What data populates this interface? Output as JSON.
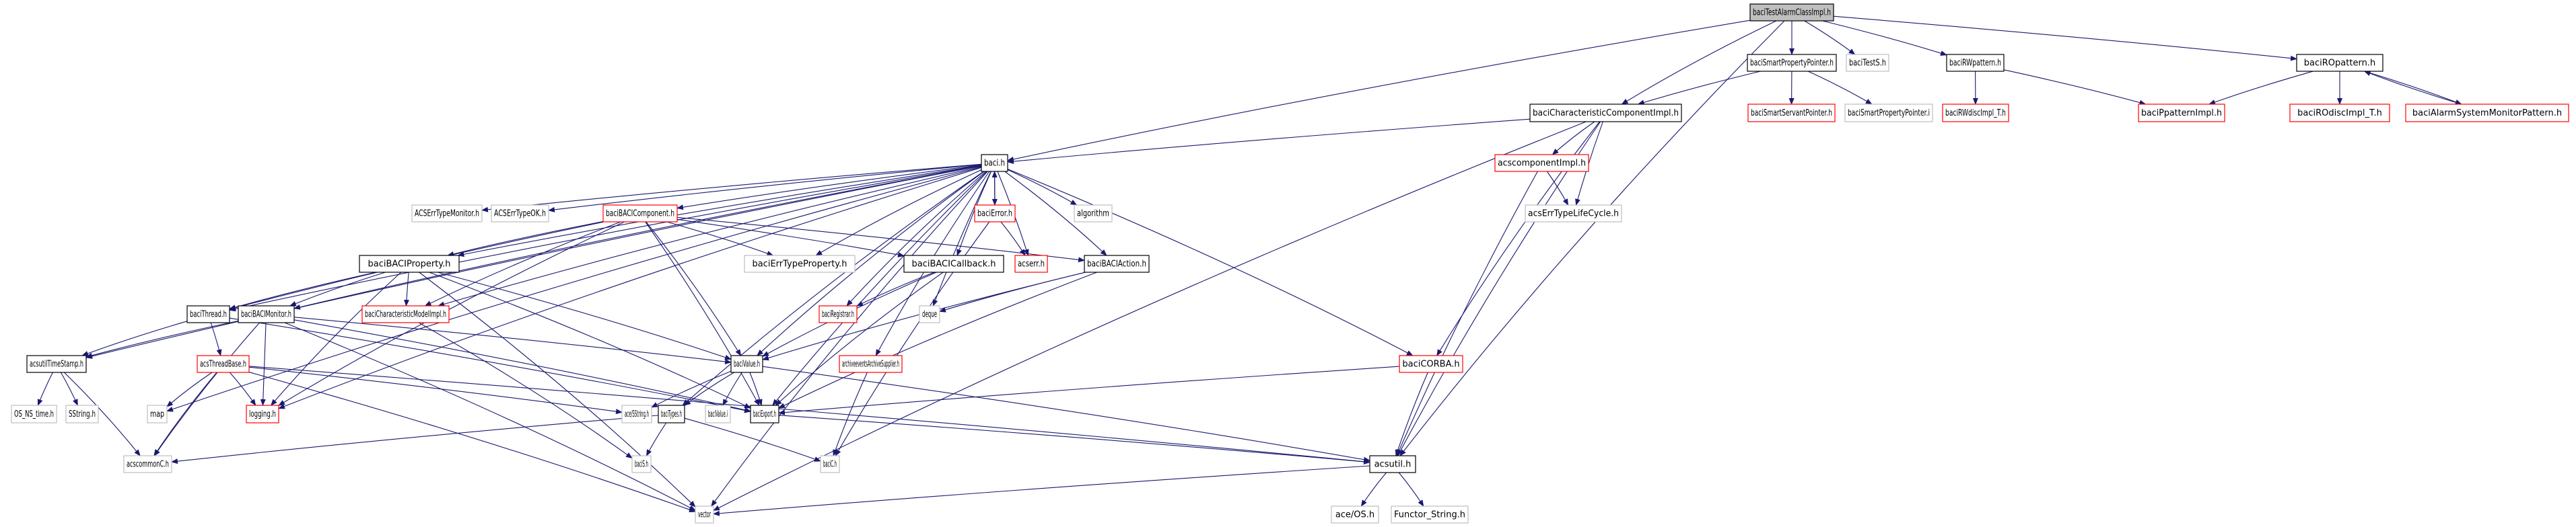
{
  "title": "baciTestAlarmClassImpl.h include dependency graph",
  "colors": {
    "root_fill": "#bfbfbf",
    "documented_border": "#000000",
    "undocumented_border": "#ff0000",
    "external_border": "#bfbfbf",
    "edge": "#191970"
  },
  "nodes": [
    {
      "id": "root",
      "label": "baciTestAlarmClassImpl.h",
      "kind": "root"
    },
    {
      "id": "smartprop",
      "label": "baciSmartPropertyPointer.h",
      "kind": "documented"
    },
    {
      "id": "tests",
      "label": "baciTestS.h",
      "kind": "external"
    },
    {
      "id": "rwpattern",
      "label": "baciRWpattern.h",
      "kind": "documented"
    },
    {
      "id": "ropattern",
      "label": "baciROpattern.h",
      "kind": "documented"
    },
    {
      "id": "smartservant",
      "label": "baciSmartServantPointer.h",
      "kind": "undocumented"
    },
    {
      "id": "smartpropi",
      "label": "baciSmartPropertyPointer.i",
      "kind": "external"
    },
    {
      "id": "rwdisc",
      "label": "baciRWdiscImpl_T.h",
      "kind": "undocumented"
    },
    {
      "id": "ppattern",
      "label": "baciPpatternImpl.h",
      "kind": "undocumented"
    },
    {
      "id": "rodisc",
      "label": "baciROdiscImpl_T.h",
      "kind": "undocumented"
    },
    {
      "id": "alarmpattern",
      "label": "baciAlarmSystemMonitorPattern.h",
      "kind": "undocumented"
    },
    {
      "id": "charcomp",
      "label": "baciCharacteristicComponentImpl.h",
      "kind": "documented"
    },
    {
      "id": "baci",
      "label": "baci.h",
      "kind": "documented"
    },
    {
      "id": "acscomp",
      "label": "acscomponentImpl.h",
      "kind": "undocumented"
    },
    {
      "id": "lifecycle",
      "label": "acsErrTypeLifeCycle.h",
      "kind": "external"
    },
    {
      "id": "errmonitor",
      "label": "ACSErrTypeMonitor.h",
      "kind": "external"
    },
    {
      "id": "errok",
      "label": "ACSErrTypeOK.h",
      "kind": "external"
    },
    {
      "id": "bacicomponent",
      "label": "baciBACIComponent.h",
      "kind": "undocumented"
    },
    {
      "id": "bacierror",
      "label": "baciError.h",
      "kind": "undocumented"
    },
    {
      "id": "algorithm",
      "label": "algorithm",
      "kind": "external"
    },
    {
      "id": "errprop",
      "label": "baciErrTypeProperty.h",
      "kind": "external"
    },
    {
      "id": "callback",
      "label": "baciBACICallback.h",
      "kind": "documented"
    },
    {
      "id": "acserr",
      "label": "acserr.h",
      "kind": "undocumented"
    },
    {
      "id": "action",
      "label": "baciBACIAction.h",
      "kind": "documented"
    },
    {
      "id": "property",
      "label": "baciBACIProperty.h",
      "kind": "documented"
    },
    {
      "id": "thread",
      "label": "baciThread.h",
      "kind": "documented"
    },
    {
      "id": "monitor",
      "label": "baciBACIMonitor.h",
      "kind": "documented"
    },
    {
      "id": "charmodel",
      "label": "baciCharacteristicModelImpl.h",
      "kind": "undocumented"
    },
    {
      "id": "registrar",
      "label": "baciRegistrar.h",
      "kind": "undocumented"
    },
    {
      "id": "deque",
      "label": "deque",
      "kind": "external"
    },
    {
      "id": "timestamp",
      "label": "acsutilTimeStamp.h",
      "kind": "documented"
    },
    {
      "id": "threadbase",
      "label": "acsThreadBase.h",
      "kind": "undocumented"
    },
    {
      "id": "value",
      "label": "baciValue.h",
      "kind": "documented"
    },
    {
      "id": "archive",
      "label": "archiveeventsArchiveSupplier.h",
      "kind": "undocumented"
    },
    {
      "id": "corba",
      "label": "baciCORBA.h",
      "kind": "undocumented"
    },
    {
      "id": "osns",
      "label": "OS_NS_time.h",
      "kind": "external"
    },
    {
      "id": "sstring",
      "label": "SString.h",
      "kind": "external"
    },
    {
      "id": "map",
      "label": "map",
      "kind": "external"
    },
    {
      "id": "logging",
      "label": "logging.h",
      "kind": "undocumented"
    },
    {
      "id": "acesstring",
      "label": "ace/SString.h",
      "kind": "external"
    },
    {
      "id": "types",
      "label": "baciTypes.h",
      "kind": "documented"
    },
    {
      "id": "valuei",
      "label": "baciValue.i",
      "kind": "external"
    },
    {
      "id": "export",
      "label": "baciExport.h",
      "kind": "documented"
    },
    {
      "id": "acscommon",
      "label": "acscommonC.h",
      "kind": "external"
    },
    {
      "id": "bacis",
      "label": "baciS.h",
      "kind": "external"
    },
    {
      "id": "bacic",
      "label": "baciC.h",
      "kind": "external"
    },
    {
      "id": "acsutil",
      "label": "acsutil.h",
      "kind": "documented"
    },
    {
      "id": "vector",
      "label": "vector",
      "kind": "external"
    },
    {
      "id": "aceos",
      "label": "ace/OS.h",
      "kind": "external"
    },
    {
      "id": "functor",
      "label": "Functor_String.h",
      "kind": "external"
    }
  ],
  "edges": [
    [
      "root",
      "smartprop"
    ],
    [
      "root",
      "tests"
    ],
    [
      "root",
      "rwpattern"
    ],
    [
      "root",
      "ropattern"
    ],
    [
      "root",
      "charcomp"
    ],
    [
      "root",
      "baci"
    ],
    [
      "root",
      "acsutil"
    ],
    [
      "smartprop",
      "smartservant"
    ],
    [
      "smartprop",
      "smartpropi"
    ],
    [
      "smartprop",
      "charcomp"
    ],
    [
      "rwpattern",
      "rwdisc"
    ],
    [
      "rwpattern",
      "ppattern"
    ],
    [
      "ropattern",
      "ppattern"
    ],
    [
      "ropattern",
      "rodisc"
    ],
    [
      "ropattern",
      "alarmpattern"
    ],
    [
      "alarmpattern",
      "ropattern"
    ],
    [
      "charcomp",
      "baci"
    ],
    [
      "charcomp",
      "acscomp"
    ],
    [
      "charcomp",
      "lifecycle"
    ],
    [
      "charcomp",
      "corba"
    ],
    [
      "charcomp",
      "acsutil"
    ],
    [
      "charcomp",
      "vector"
    ],
    [
      "acscomp",
      "lifecycle"
    ],
    [
      "acscomp",
      "acsutil"
    ],
    [
      "baci",
      "errmonitor"
    ],
    [
      "baci",
      "errok"
    ],
    [
      "baci",
      "bacicomponent"
    ],
    [
      "baci",
      "bacierror"
    ],
    [
      "baci",
      "algorithm"
    ],
    [
      "baci",
      "errprop"
    ],
    [
      "baci",
      "callback"
    ],
    [
      "baci",
      "acserr"
    ],
    [
      "baci",
      "action"
    ],
    [
      "baci",
      "property"
    ],
    [
      "baci",
      "thread"
    ],
    [
      "baci",
      "monitor"
    ],
    [
      "baci",
      "charmodel"
    ],
    [
      "baci",
      "registrar"
    ],
    [
      "baci",
      "deque"
    ],
    [
      "baci",
      "timestamp"
    ],
    [
      "baci",
      "value"
    ],
    [
      "baci",
      "archive"
    ],
    [
      "baci",
      "corba"
    ],
    [
      "baci",
      "logging"
    ],
    [
      "baci",
      "types"
    ],
    [
      "baci",
      "export"
    ],
    [
      "baci",
      "vector"
    ],
    [
      "baci",
      "map"
    ],
    [
      "bacierror",
      "baci"
    ],
    [
      "bacierror",
      "acserr"
    ],
    [
      "bacierror",
      "bacic"
    ],
    [
      "bacicomponent",
      "errprop"
    ],
    [
      "bacicomponent",
      "callback"
    ],
    [
      "bacicomponent",
      "action"
    ],
    [
      "bacicomponent",
      "property"
    ],
    [
      "bacicomponent",
      "thread"
    ],
    [
      "bacicomponent",
      "charmodel"
    ],
    [
      "bacicomponent",
      "value"
    ],
    [
      "bacicomponent",
      "export"
    ],
    [
      "bacicomponent",
      "logging"
    ],
    [
      "callback",
      "registrar"
    ],
    [
      "callback",
      "value"
    ],
    [
      "callback",
      "export"
    ],
    [
      "action",
      "deque"
    ],
    [
      "action",
      "value"
    ],
    [
      "action",
      "export"
    ],
    [
      "property",
      "thread"
    ],
    [
      "property",
      "monitor"
    ],
    [
      "property",
      "charmodel"
    ],
    [
      "property",
      "value"
    ],
    [
      "property",
      "export"
    ],
    [
      "property",
      "logging"
    ],
    [
      "property",
      "vector"
    ],
    [
      "thread",
      "threadbase"
    ],
    [
      "thread",
      "timestamp"
    ],
    [
      "thread",
      "export"
    ],
    [
      "monitor",
      "timestamp"
    ],
    [
      "monitor",
      "value"
    ],
    [
      "monitor",
      "export"
    ],
    [
      "monitor",
      "logging"
    ],
    [
      "monitor",
      "acscommon"
    ],
    [
      "monitor",
      "vector"
    ],
    [
      "charmodel",
      "bacis"
    ],
    [
      "timestamp",
      "osns"
    ],
    [
      "timestamp",
      "sstring"
    ],
    [
      "timestamp",
      "acscommon"
    ],
    [
      "threadbase",
      "map"
    ],
    [
      "threadbase",
      "acscommon"
    ],
    [
      "threadbase",
      "logging"
    ],
    [
      "threadbase",
      "acesstring"
    ],
    [
      "threadbase",
      "acsutil"
    ],
    [
      "threadbase",
      "vector"
    ],
    [
      "value",
      "acesstring"
    ],
    [
      "value",
      "types"
    ],
    [
      "value",
      "valuei"
    ],
    [
      "value",
      "export"
    ],
    [
      "value",
      "acsutil"
    ],
    [
      "types",
      "bacis"
    ],
    [
      "types",
      "bacic"
    ],
    [
      "types",
      "acscommon"
    ],
    [
      "archive",
      "bacic"
    ],
    [
      "corba",
      "export"
    ],
    [
      "corba",
      "acsutil"
    ],
    [
      "export",
      "acsutil"
    ],
    [
      "acsutil",
      "aceos"
    ],
    [
      "acsutil",
      "functor"
    ],
    [
      "acsutil",
      "vector"
    ]
  ]
}
